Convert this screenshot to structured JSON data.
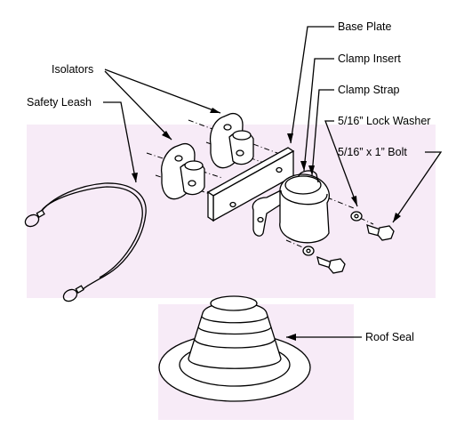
{
  "labels": {
    "base_plate": "Base Plate",
    "clamp_insert": "Clamp Insert",
    "clamp_strap": "Clamp Strap",
    "lock_washer": "5/16” Lock Washer",
    "bolt": "5/16” x 1” Bolt",
    "isolators": "Isolators",
    "safety_leash": "Safety Leash",
    "roof_seal": "Roof Seal"
  },
  "colors": {
    "line": "#000000",
    "shade": "#f7ebf7",
    "part_fill": "#ffffff"
  }
}
